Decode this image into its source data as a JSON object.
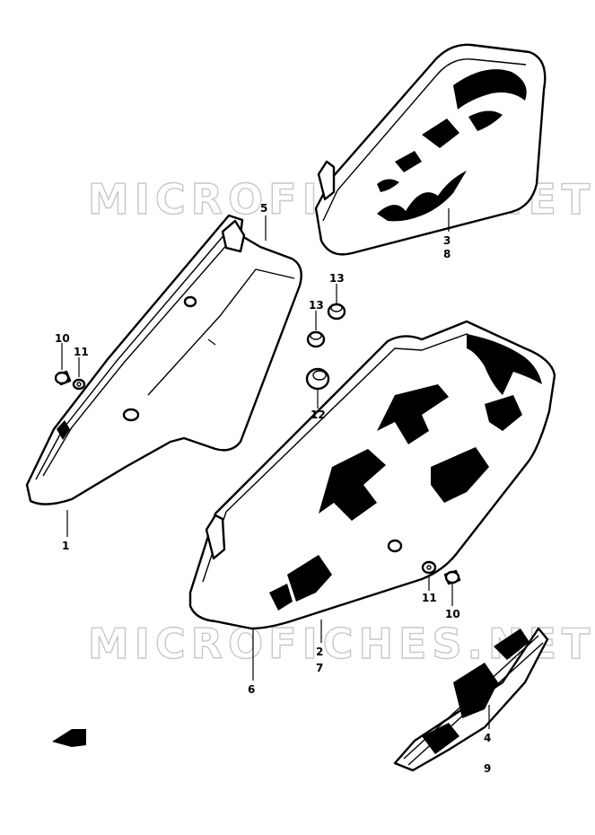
{
  "watermark": {
    "top": "MICROFICHES.NET",
    "bottom": "MICROFICHES.NET"
  },
  "callouts": {
    "c1": "1",
    "c2": "2",
    "c3": "3",
    "c4": "4",
    "c5": "5",
    "c6": "6",
    "c7": "7",
    "c8": "8",
    "c9": "9",
    "c10a": "10",
    "c10b": "10",
    "c11a": "11",
    "c11b": "11",
    "c12": "12",
    "c13a": "13",
    "c13b": "13"
  }
}
